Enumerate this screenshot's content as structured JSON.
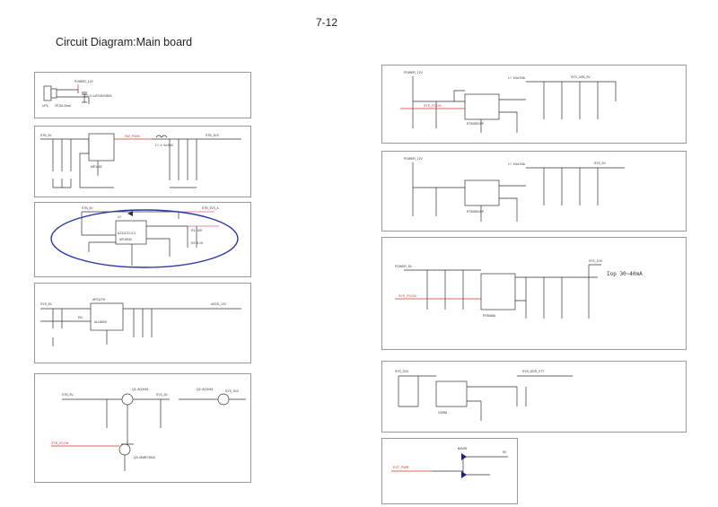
{
  "page": {
    "number": "7-12",
    "title": "Circuit Diagram:Main  board"
  },
  "panels": {
    "p1": {
      "ref": "UP1",
      "part": "2P-B2-0mm",
      "net": "POWER_12V",
      "cap": "C?: 0.1uF/16V/0603"
    },
    "p2": {
      "net_in": "STB_5V",
      "net_out": "STB_3V3",
      "ic": "MP1482",
      "inductor": "L?: 4.7uH/2A",
      "net_mid": "SW_PWM"
    },
    "p3": {
      "net_in": "STB_5V",
      "net_out": "STB_3V3_A",
      "ic": "APL5930",
      "ref": "U?",
      "part": "AZ1117D-3.3",
      "r1": "R1: 10K",
      "r2": "R2: 5.1K"
    },
    "p4": {
      "net_in": "SYS_5V",
      "net_out": "AVDD_1V2",
      "ic": "AP2127K",
      "part": "ALD8200",
      "en": "EN"
    },
    "p5": {
      "net_in": "STB_5V",
      "net_out": "SYS_5V",
      "net_out2": "SYS_3V3",
      "q1": "Q1: AO3401",
      "q2": "Q2: AO3401",
      "q3": "Q3: MMBT3904",
      "ctrl": "STB_PCON"
    },
    "p6": {
      "net_in": "POWER_12V",
      "net_out": "SYS_USB_5V",
      "ic": "RT8289GSP",
      "ctrl": "SYS_PCON",
      "inductor": "L?: 10uH/3A"
    },
    "p7": {
      "net_in": "POWER_12V",
      "net_out": "SYS_5V",
      "ic": "RT8289GSP",
      "inductor": "L?: 10uH/3A"
    },
    "p8": {
      "net_in": "POWER_5V",
      "net_out": "SYS_1V5",
      "ic": "RT8068A",
      "ctrl": "SYS_PCON",
      "note": "Iop 30~40mA"
    },
    "p9": {
      "net_in": "SYS_3V3",
      "net_out": "SYS_DDR_VTT",
      "ic": "G2996"
    },
    "p10": {
      "net_in": "EXT_PWR",
      "net_out": "5V",
      "part": "BAV99"
    }
  }
}
